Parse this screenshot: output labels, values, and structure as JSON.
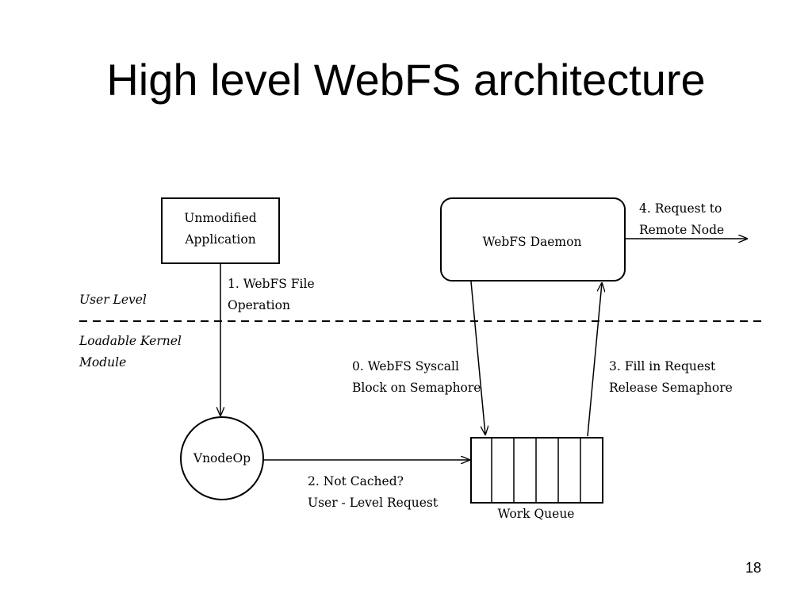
{
  "slide": {
    "title": "High level WebFS architecture",
    "page_number": "18"
  },
  "diagram": {
    "level_labels": {
      "user_level": "User Level",
      "kernel_line1": "Loadable Kernel",
      "kernel_line2": "Module"
    },
    "nodes": {
      "application": {
        "line1": "Unmodified",
        "line2": "Application"
      },
      "daemon": {
        "label": "WebFS Daemon"
      },
      "vnodeop": {
        "label": "VnodeOp"
      },
      "work_queue": {
        "label": "Work Queue",
        "slot_count": 6
      }
    },
    "edges": {
      "step0": {
        "line1": "0. WebFS Syscall",
        "line2": "Block on Semaphore"
      },
      "step1": {
        "line1": "1. WebFS File",
        "line2": "Operation"
      },
      "step2": {
        "line1": "2. Not Cached?",
        "line2": "User - Level Request"
      },
      "step3": {
        "line1": "3. Fill in Request",
        "line2": "Release Semaphore"
      },
      "step4": {
        "line1": "4. Request to",
        "line2": "Remote Node"
      }
    },
    "colors": {
      "stroke": "#000000",
      "background": "#ffffff"
    }
  }
}
